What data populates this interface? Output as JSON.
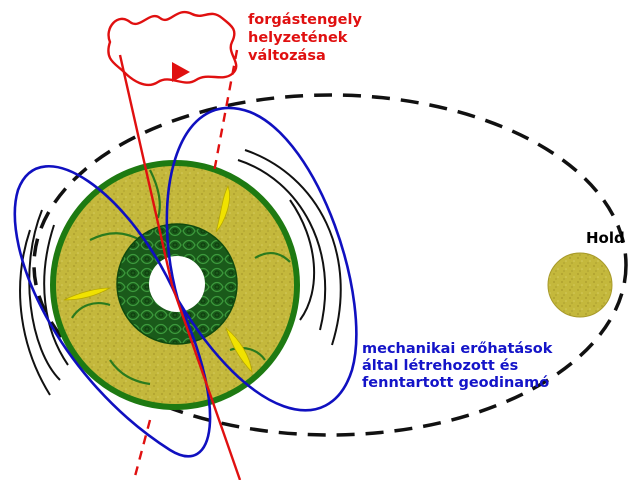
{
  "labels": {
    "axis_change": [
      "forgástengely",
      "helyzetének",
      "változása"
    ],
    "moon": "Hold",
    "geodynamo": [
      "mechanikai erőhatások",
      "által létrehozott és",
      "fenntartott geodinamó"
    ]
  },
  "colors": {
    "axis": "#e01010",
    "field_lines": "#1010c0",
    "mantle_fill": "#c2b53a",
    "mantle_rim": "#1e7a12",
    "core": "#1a6a1a",
    "moon": "#c2b53a",
    "text_blue": "#1414c8",
    "text_red": "#e01010"
  }
}
